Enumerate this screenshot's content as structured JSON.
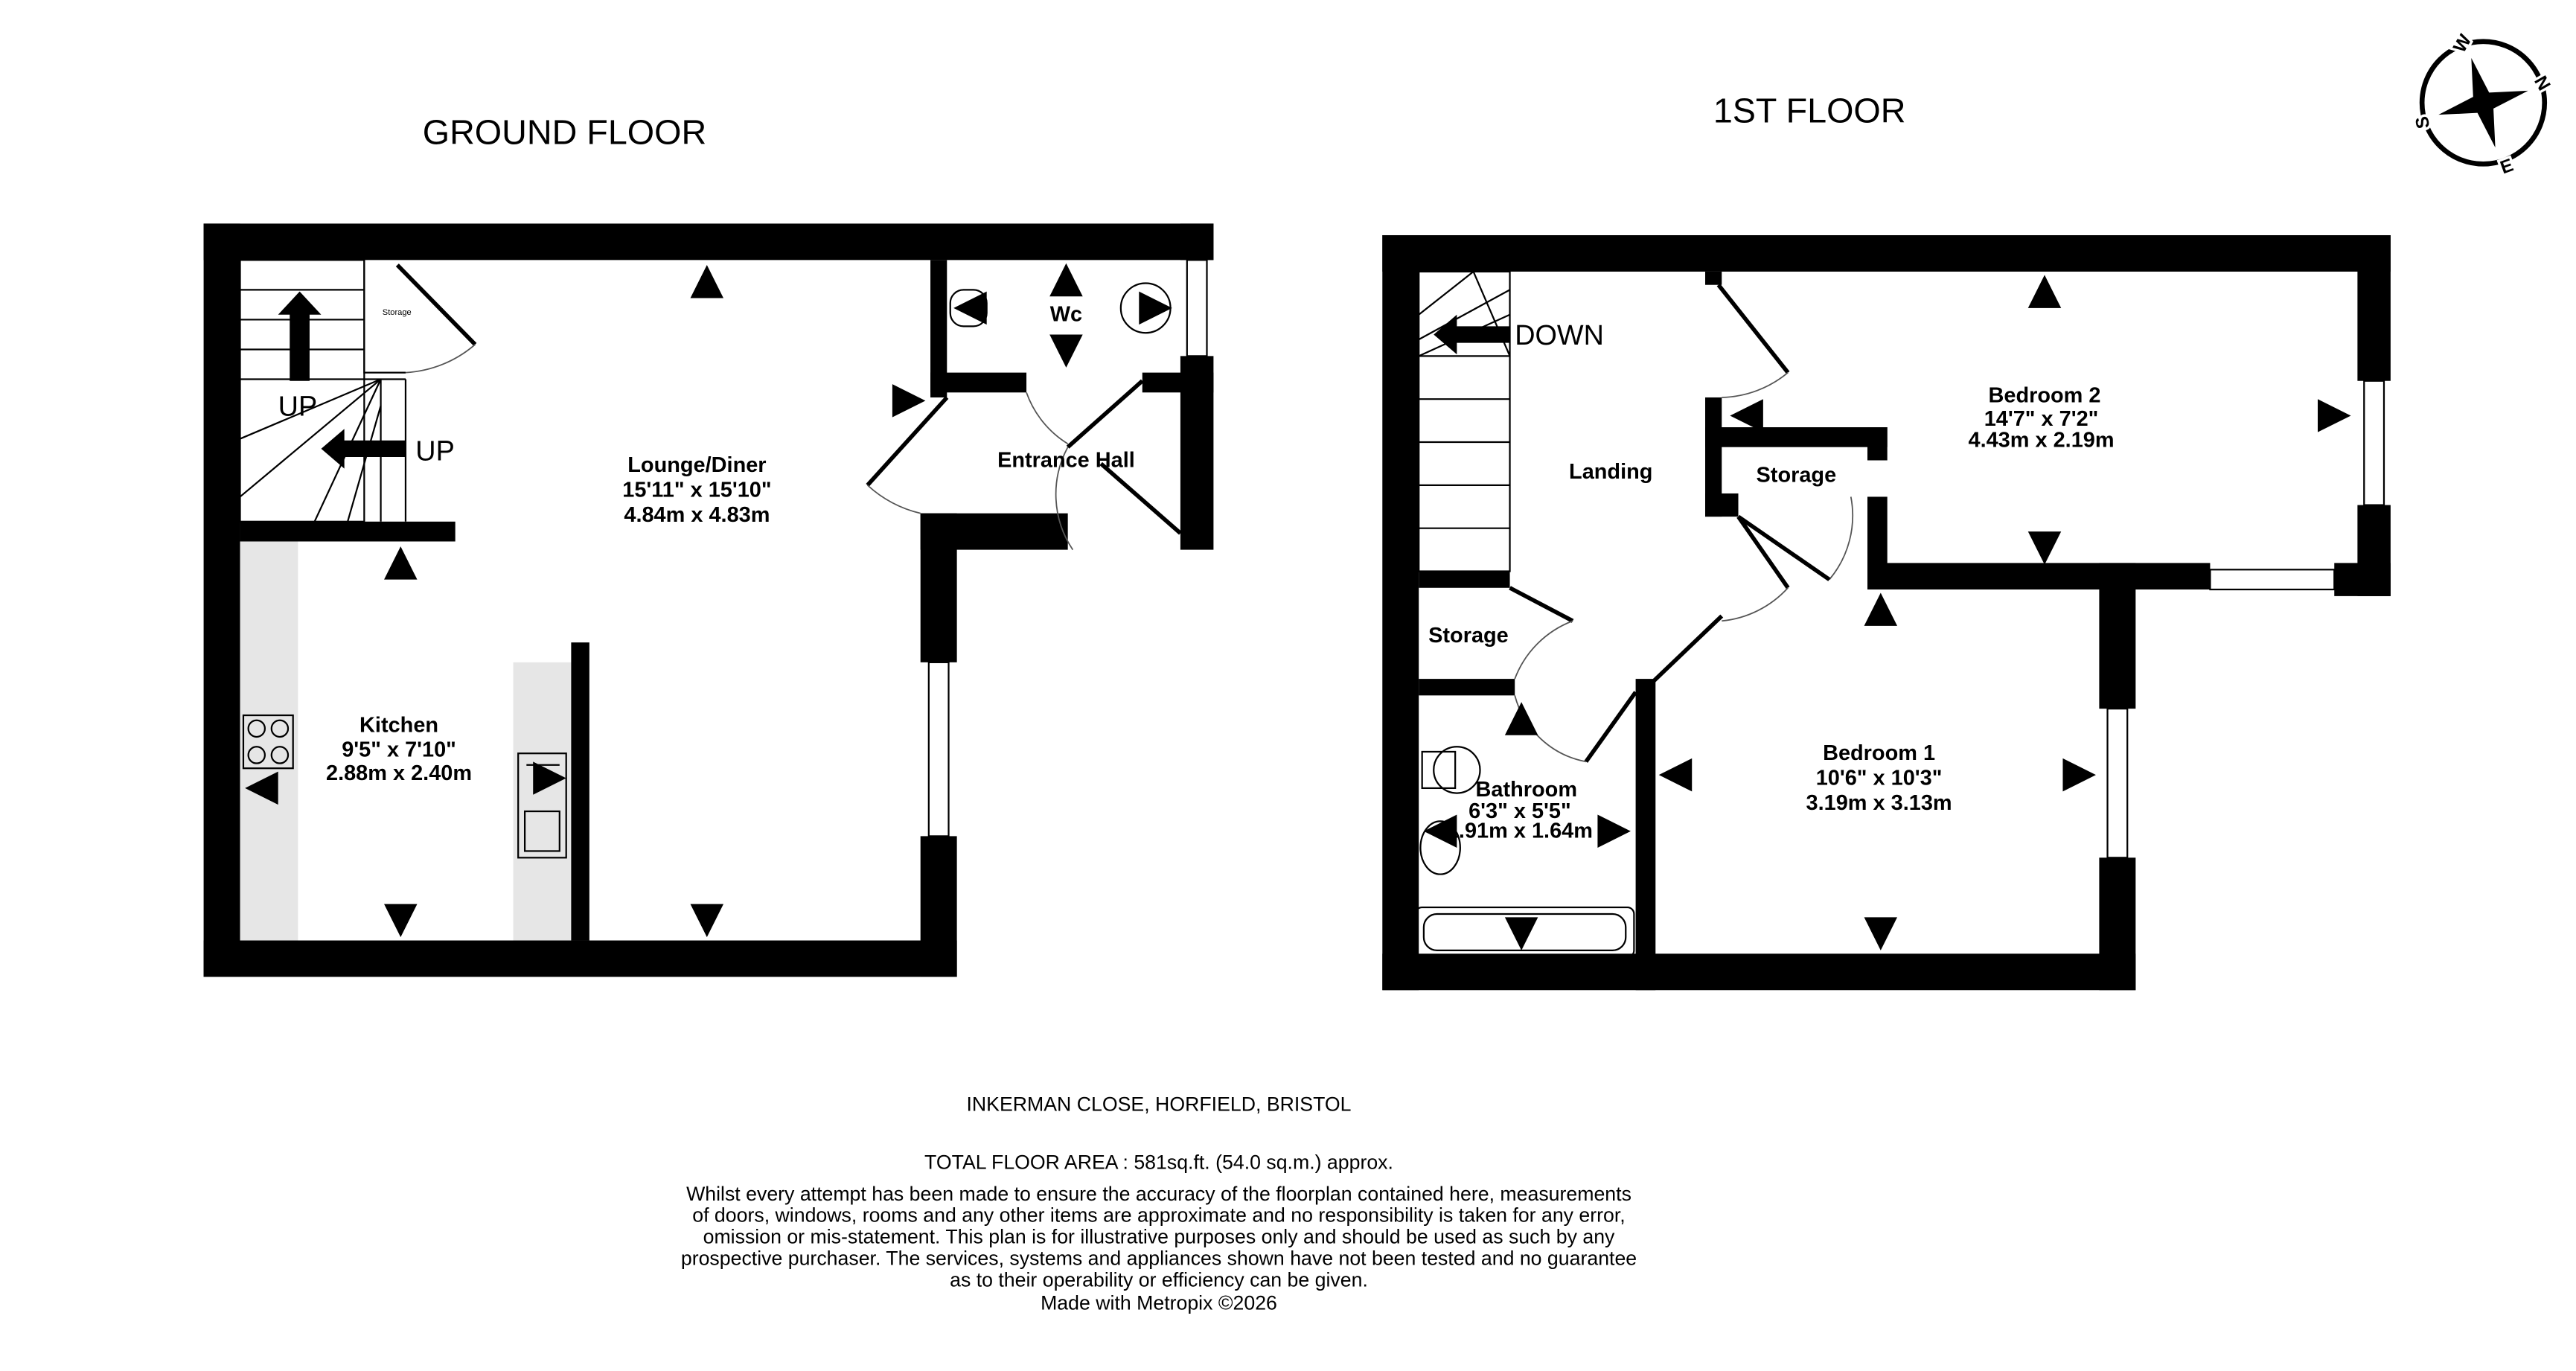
{
  "ground_floor": {
    "title": "GROUND FLOOR",
    "rooms": [
      {
        "name": "Lounge/Diner",
        "imperial": "15'11\"  x 15'10\"",
        "metric": "4.84m  x 4.83m"
      },
      {
        "name": "Kitchen",
        "imperial": "9'5\"  x 7'10\"",
        "metric": "2.88m  x 2.40m"
      },
      {
        "name": "Entrance Hall"
      },
      {
        "name": "Wc"
      },
      {
        "name": "Storage"
      }
    ],
    "stair_labels": [
      "UP",
      "UP"
    ]
  },
  "first_floor": {
    "title": "1ST FLOOR",
    "rooms": [
      {
        "name": "Bedroom 2",
        "imperial": "14'7\"  x 7'2\"",
        "metric": "4.43m  x 2.19m"
      },
      {
        "name": "Bedroom 1",
        "imperial": "10'6\"  x 10'3\"",
        "metric": "3.19m  x 3.13m"
      },
      {
        "name": "Bathroom",
        "imperial": "6'3\"  x 5'5\"",
        "metric": "1.91m  x 1.64m"
      },
      {
        "name": "Landing"
      },
      {
        "name": "Storage"
      },
      {
        "name": "Storage"
      }
    ],
    "stair_label": "DOWN"
  },
  "compass": {
    "labels": [
      "W",
      "N",
      "S",
      "E"
    ]
  },
  "footer": {
    "address": "INKERMAN CLOSE, HORFIELD, BRISTOL",
    "total_area": "TOTAL FLOOR AREA : 581sq.ft. (54.0 sq.m.) approx.",
    "disclaimer": [
      "Whilst every attempt has been made to ensure the accuracy of the floorplan contained here, measurements",
      "of doors, windows, rooms and any other items are approximate and no responsibility is taken for any error,",
      "omission or mis-statement. This plan is for illustrative purposes only and should be used as such by any",
      "prospective purchaser. The services, systems and appliances shown have not been tested and no guarantee",
      "as to their operability or efficiency can be given."
    ],
    "credit": "Made with Metropix ©2026"
  },
  "colors": {
    "wall": "#000000",
    "counter": "#e6e6e6"
  }
}
